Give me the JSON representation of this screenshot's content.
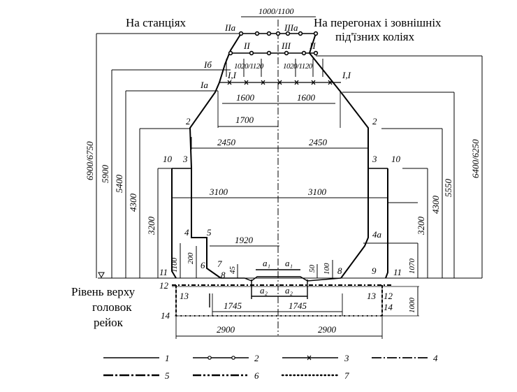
{
  "headings": {
    "stations": "На станціях",
    "spans_line1": "На перегонах і зовнішніх",
    "spans_line2": "під'їзних коліях",
    "rail_level_1": "Рівень верху",
    "rail_level_2": "головок",
    "rail_level_3": "рейок"
  },
  "point_labels": {
    "IIa": "IIa",
    "IIIa": "IIIa",
    "II_left": "II",
    "III": "III",
    "II_right": "II",
    "Ib": "Iб",
    "I_I_left": "I,I",
    "Ia": "Ia",
    "I_I_right": "I,I",
    "p2_left": "2",
    "p2_right": "2",
    "p3_left": "3",
    "p3_right": "3",
    "p10_left": "10",
    "p10_right": "10",
    "p4": "4",
    "p4a": "4a",
    "p5": "5",
    "p6": "6",
    "p7": "7",
    "p8_left": "8",
    "p8_right": "8",
    "p9": "9",
    "p11_left": "11",
    "p11_right": "11",
    "p12_left": "12",
    "p12_right": "12",
    "p13_left": "13",
    "p13_right": "13",
    "p14_left": "14",
    "p14_right": "14"
  },
  "dimensions": {
    "top_width": "1000/1100",
    "upper_widths": "1020/1120",
    "w1600_left": "1600",
    "w1600_right": "1600",
    "w1700": "1700",
    "w2450_left": "2450",
    "w2450_right": "2450",
    "w3100_left": "3100",
    "w3100_right": "3100",
    "w1920": "1920",
    "a1_left": "a₁",
    "a1_right": "a₁",
    "a2_left": "a₂",
    "a2_right": "a₂",
    "w1745_left": "1745",
    "w1745_right": "1745",
    "w2900_left": "2900",
    "w2900_right": "2900",
    "h6900_6750": "6900/6750",
    "h5900": "5900",
    "h5400": "5400",
    "h4300_left": "4300",
    "h3200_left": "3200",
    "h1100": "1100",
    "h200": "200",
    "h45": "45",
    "h50": "50",
    "h100": "100",
    "h3200_right": "3200",
    "h4300_right": "4300",
    "h5550": "5550",
    "h6400_6250": "6400/6250",
    "h1070": "1070",
    "h1000": "1000"
  },
  "legend": [
    {
      "id": "1",
      "style": "solid"
    },
    {
      "id": "2",
      "style": "open-circles"
    },
    {
      "id": "3",
      "style": "crosses"
    },
    {
      "id": "4",
      "style": "dash-dot"
    },
    {
      "id": "5",
      "style": "dash-dot-bold"
    },
    {
      "id": "6",
      "style": "dash-two-dots"
    },
    {
      "id": "7",
      "style": "dots"
    }
  ]
}
